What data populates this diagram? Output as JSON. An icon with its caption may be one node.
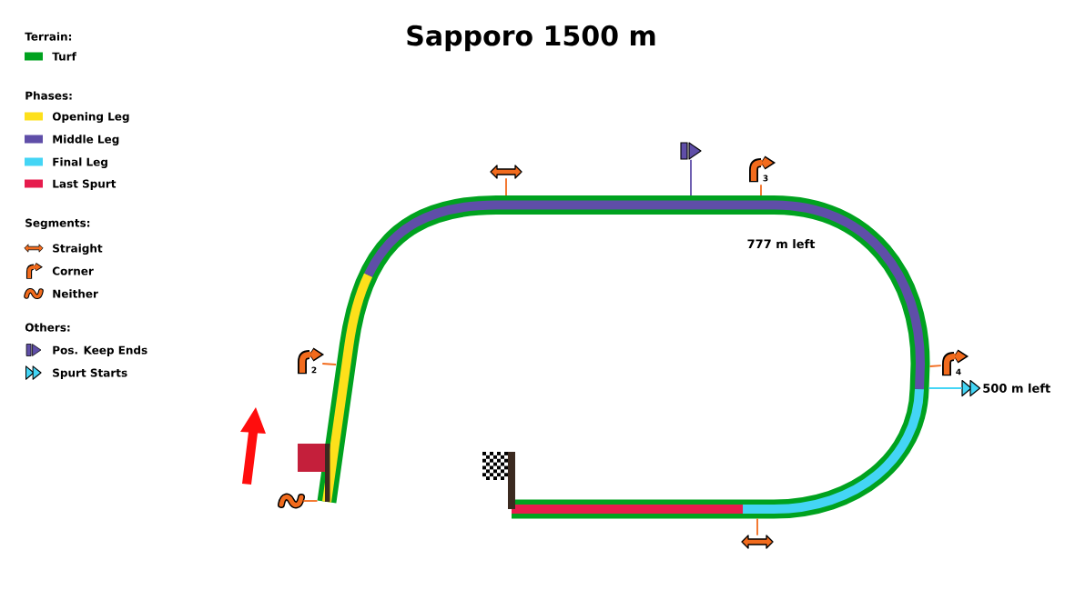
{
  "diagram": {
    "title": "Sapporo 1500 m",
    "nodes": [
      {
        "text": [],
        "shape": "arrow"
      },
      {
        "text": [],
        "shape": "flag"
      },
      {
        "text": [
          "3"
        ]
      },
      {
        "text": [
          "2"
        ]
      },
      {
        "text": [
          "4"
        ]
      },
      {
        "text": [],
        "shape": "chevron",
        "beside": [
          "500 m left"
        ]
      },
      {
        "text": [],
        "shape": "wave"
      },
      {
        "text": [],
        "shape": "arrow"
      }
    ],
    "edges": [
      {
        "from": 0,
        "to": null,
        "arrow": "none"
      },
      {
        "from": 1,
        "to": null,
        "arrow": "none",
        "color": "#5f4ea8"
      },
      {
        "from": 2,
        "to": null,
        "arrow": "none"
      },
      {
        "from": 3,
        "to": null,
        "arrow": "none"
      },
      {
        "from": 4,
        "to": null,
        "arrow": "none"
      },
      {
        "from": 5,
        "to": null,
        "arrow": "none",
        "color": "#44d5f5"
      },
      {
        "from": 6,
        "to": null,
        "arrow": "none"
      },
      {
        "from": 7,
        "to": null,
        "arrow": "none"
      }
    ],
    "labels": [
      "Terrain:",
      "Phases:",
      "Segments:",
      "Others:",
      "777 m left"
    ],
    "legend": [
      {
        "text": "Turf",
        "color": "#00a21f"
      },
      {
        "text": "Opening Leg",
        "color": "#fde01b"
      },
      {
        "text": "Middle Leg",
        "color": "#5f4ea8"
      },
      {
        "text": "Final Leg",
        "color": "#44d5f5"
      },
      {
        "text": "Last Spurt",
        "color": "#e61c4d"
      },
      {
        "text": "Straight"
      },
      {
        "text": "Corner"
      },
      {
        "text": "Neither"
      },
      {
        "text": "Pos. Keep Ends"
      },
      {
        "text": "Spurt Starts"
      }
    ]
  }
}
